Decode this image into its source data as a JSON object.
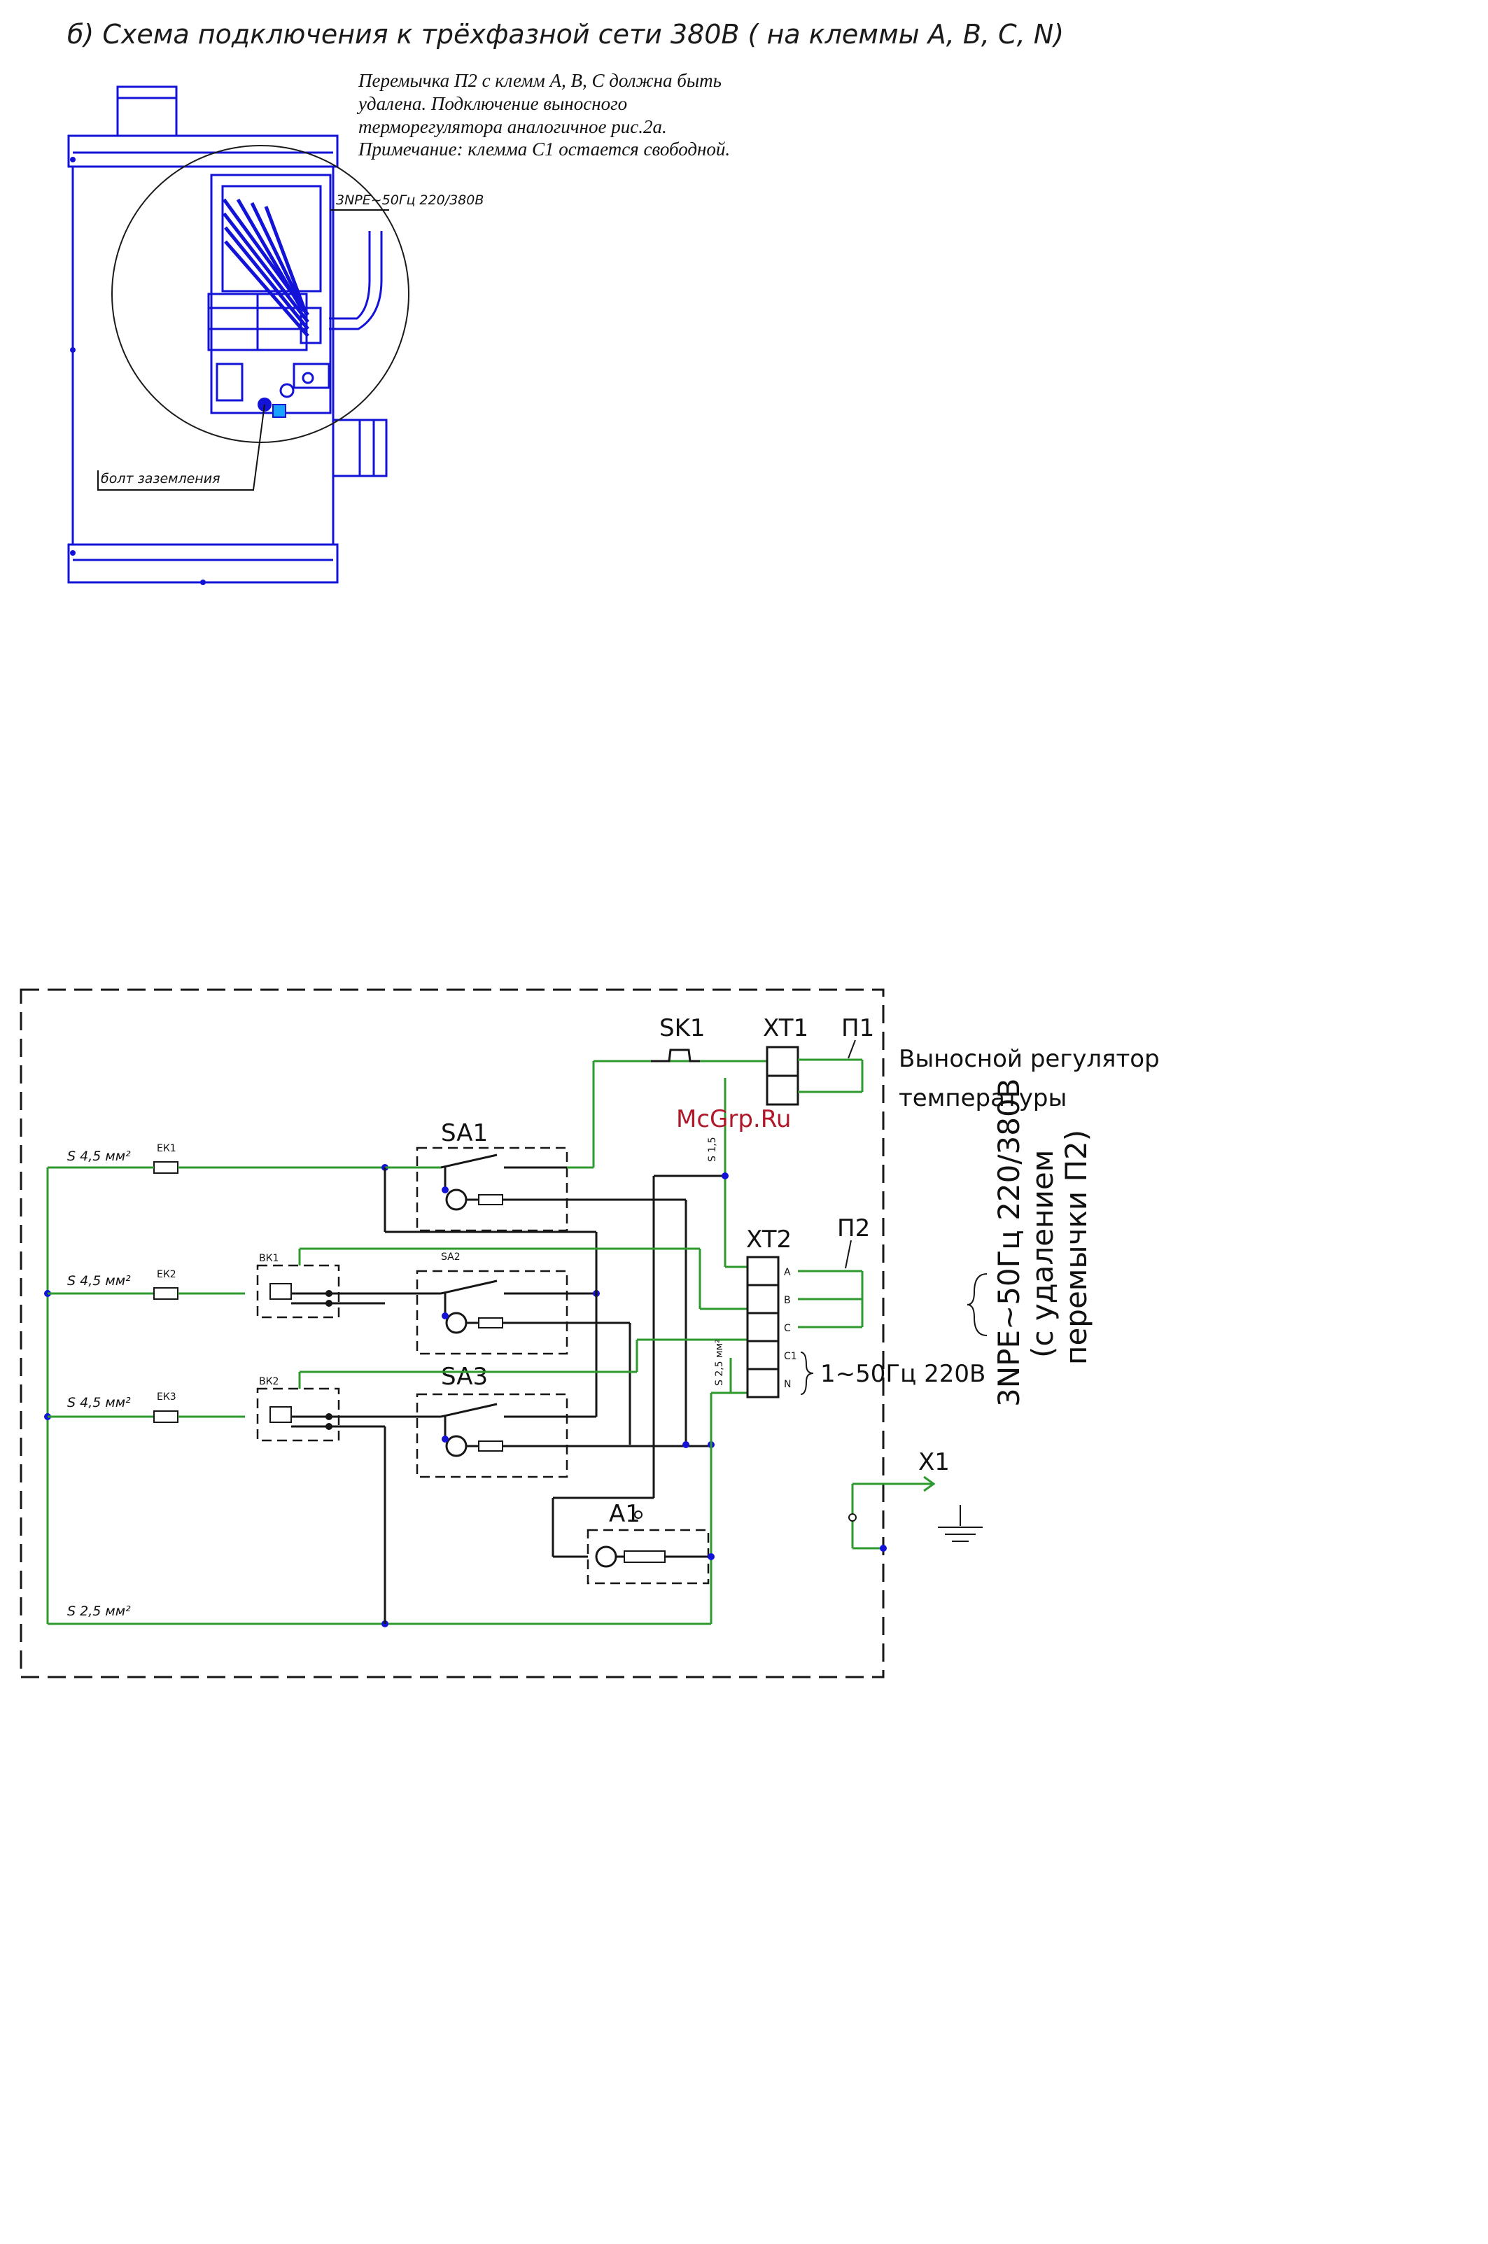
{
  "top": {
    "title": "б) Схема подключения к трёхфазной сети 380В ( на клеммы А, В, С, N)",
    "note_lines": [
      "Перемычка П2 с клемм А, В, С должна быть",
      "удалена. Подключение выносного",
      "терморегулятора аналогичное рис.2а.",
      "Примечание: клемма С1 остается свободной."
    ],
    "supply_label": "3NPE~50Гц 220/380В",
    "ground_bolt_label": "болт заземления"
  },
  "schematic": {
    "sk1": "SK1",
    "xt1": "XT1",
    "p1": "П1",
    "remote_regulator": [
      "Выносной регулятор",
      "температуры"
    ],
    "xt2": "XT2",
    "p2": "П2",
    "sa1": "SA1",
    "sa2": "SA2",
    "sa3": "SA3",
    "a1": "A1",
    "x1": "X1",
    "vk1": "ВК1",
    "vk2": "ВК2",
    "ek1": "ЕК1",
    "ek2": "ЕК2",
    "ek3": "ЕК3",
    "wire_s45_1": "S 4,5 мм²",
    "wire_s45_2": "S 4,5 мм²",
    "wire_s45_3": "S 4,5 мм²",
    "wire_s25": "S 2,5 мм²",
    "wire_s15": "S 1,5",
    "wire_s25b": "S 2,5 мм²",
    "xt2_terminals": [
      "A",
      "B",
      "C",
      "C1",
      "N"
    ],
    "single_phase": "1~50Гц 220В",
    "three_phase": [
      "3NPE~50Гц 220/380В",
      "(с удалением",
      "перемычки П2)"
    ],
    "watermark": "McGrp.Ru"
  }
}
